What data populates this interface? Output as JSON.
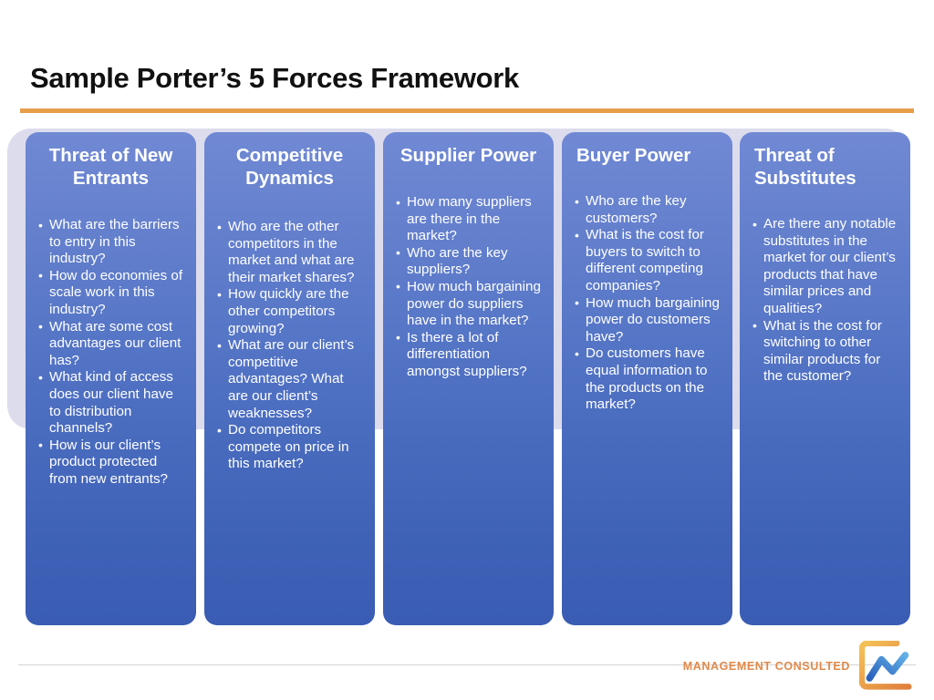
{
  "slide": {
    "title": "Sample Porter’s 5 Forces Framework",
    "accent_rule_color": "#e79e4a",
    "panel_color": "#dcdced",
    "column_gradient_top": "#7189d4",
    "column_gradient_bottom": "#3a5cb3"
  },
  "columns": [
    {
      "heading": "Threat of New Entrants",
      "align": "center",
      "bullets": [
        "What are the barriers to entry in this industry?",
        "How do economies of scale work in this industry?",
        "What are some cost advantages our client has?",
        "What kind of access does our client have to distribution channels?",
        "How is our client’s product protected from new entrants?"
      ]
    },
    {
      "heading": "Competitive Dynamics",
      "align": "center",
      "bullets": [
        "Who are the other competitors in the market and what are their market shares?",
        "How quickly are the other competitors growing?",
        "What are our client’s competitive advantages? What are our client’s weaknesses?",
        "Do competitors compete on price in this market?"
      ]
    },
    {
      "heading": "Supplier Power",
      "align": "center",
      "bullets": [
        "How many suppliers are there in the market?",
        "Who are the key suppliers?",
        "How much bargaining power do suppliers have in the market?",
        "Is there a lot of differentiation amongst suppliers?"
      ]
    },
    {
      "heading": "Buyer Power",
      "align": "left",
      "bullets": [
        "Who are the key customers?",
        "What is the cost for buyers to switch to different competing companies?",
        "How much bargaining power do customers have?",
        "Do customers have equal information to the products on the market?"
      ]
    },
    {
      "heading": "Threat of Substitutes",
      "align": "left",
      "bullets": [
        "Are there any notable substitutes in the market for our client’s products that have similar prices and qualities?",
        "What is the cost for switching to other similar products for the customer?"
      ]
    }
  ],
  "footer": {
    "logo_text": "MANAGEMENT CONSULTED",
    "logo_text_color": "#e0894a",
    "logo_bracket_color_start": "#f3b94e",
    "logo_bracket_color_end": "#e2833f",
    "logo_chart_color_start": "#2f6fc4",
    "logo_chart_color_end": "#5aa9e0"
  }
}
